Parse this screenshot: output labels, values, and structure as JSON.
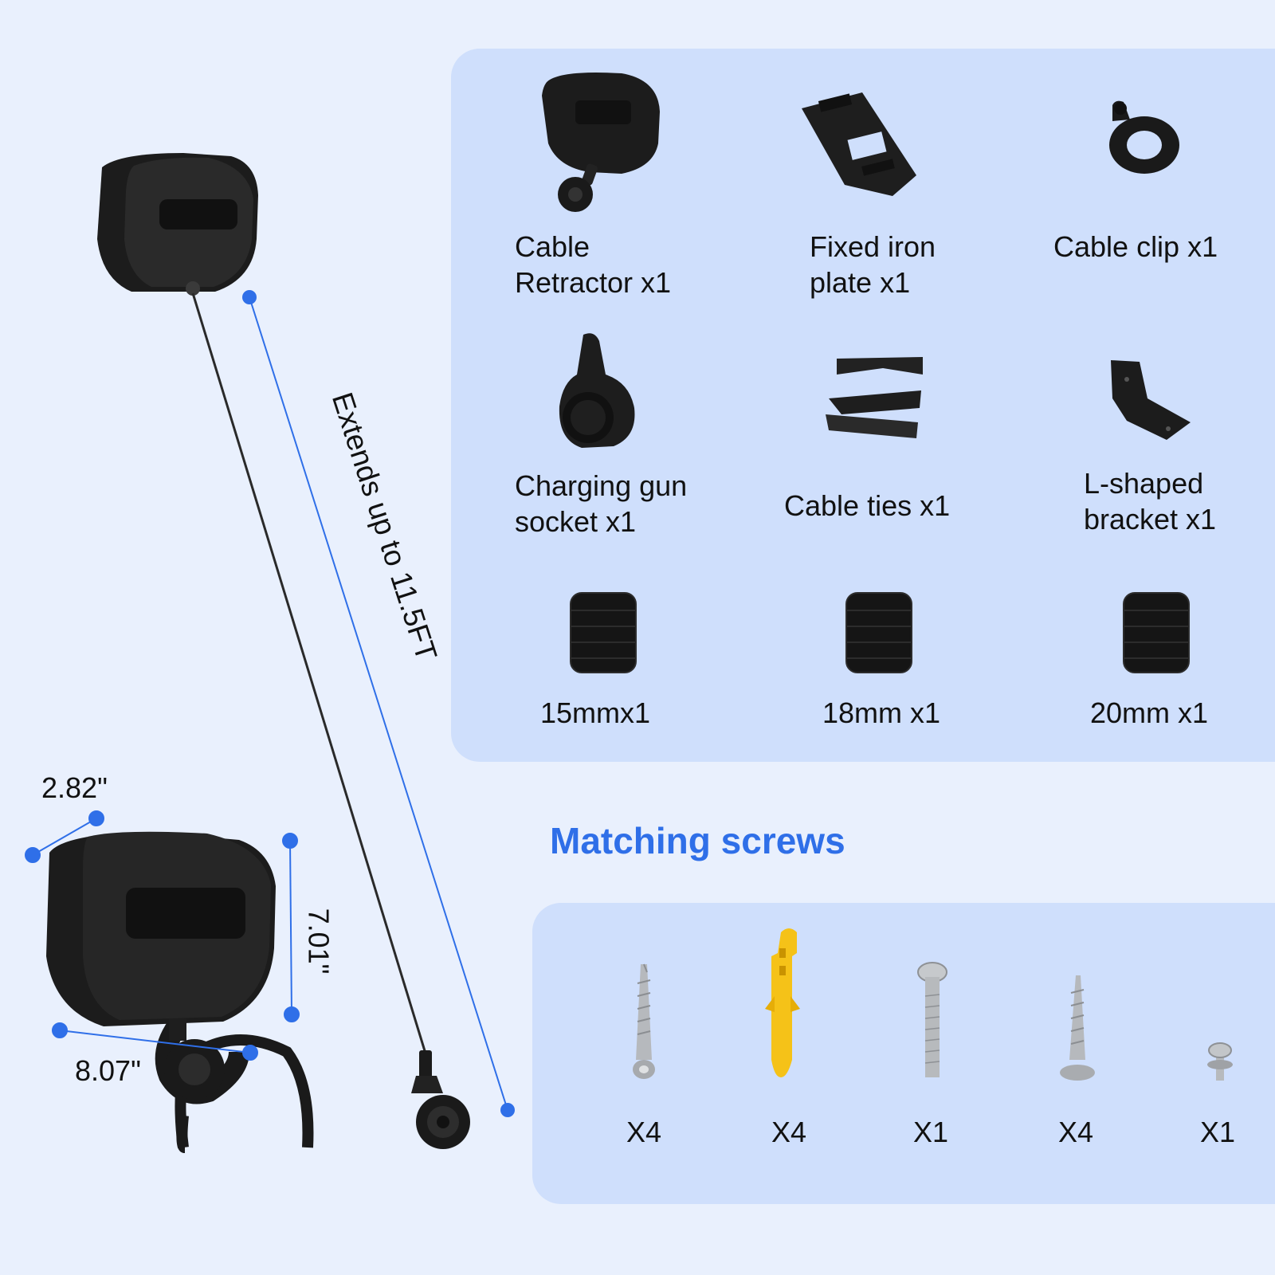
{
  "colors": {
    "background": "#e9f0fd",
    "panel": "#cfdffc",
    "accent": "#2f6fe8",
    "product": "#1b1b1b",
    "anchor": "#f5c218",
    "steel": "#b9bcc0"
  },
  "extension": {
    "label": "Extends up to 11.5FT"
  },
  "dimensions": {
    "depth": "2.82\"",
    "height": "7.01\"",
    "width": "8.07\""
  },
  "parts": [
    {
      "icon": "cable-retractor-icon",
      "label": "Cable\nRetractor x1"
    },
    {
      "icon": "iron-plate-icon",
      "label": "Fixed iron\nplate x1"
    },
    {
      "icon": "cable-clip-icon",
      "label": "Cable clip x1"
    },
    {
      "icon": "gun-socket-icon",
      "label": "Charging gun\nsocket x1"
    },
    {
      "icon": "cable-ties-icon",
      "label": "Cable ties x1"
    },
    {
      "icon": "l-bracket-icon",
      "label": "L-shaped\nbracket x1"
    },
    {
      "icon": "rubber-sleeve-icon",
      "label": "15mmx1"
    },
    {
      "icon": "rubber-sleeve-icon",
      "label": "18mm x1"
    },
    {
      "icon": "rubber-sleeve-icon",
      "label": "20mm x1"
    }
  ],
  "screws": {
    "title": "Matching screws",
    "items": [
      {
        "icon": "wood-screw-icon",
        "qty": "X4"
      },
      {
        "icon": "wall-anchor-icon",
        "qty": "X4"
      },
      {
        "icon": "machine-bolt-icon",
        "qty": "X1"
      },
      {
        "icon": "tapping-screw-icon",
        "qty": "X4"
      },
      {
        "icon": "small-screw-icon",
        "qty": "X1"
      }
    ]
  }
}
